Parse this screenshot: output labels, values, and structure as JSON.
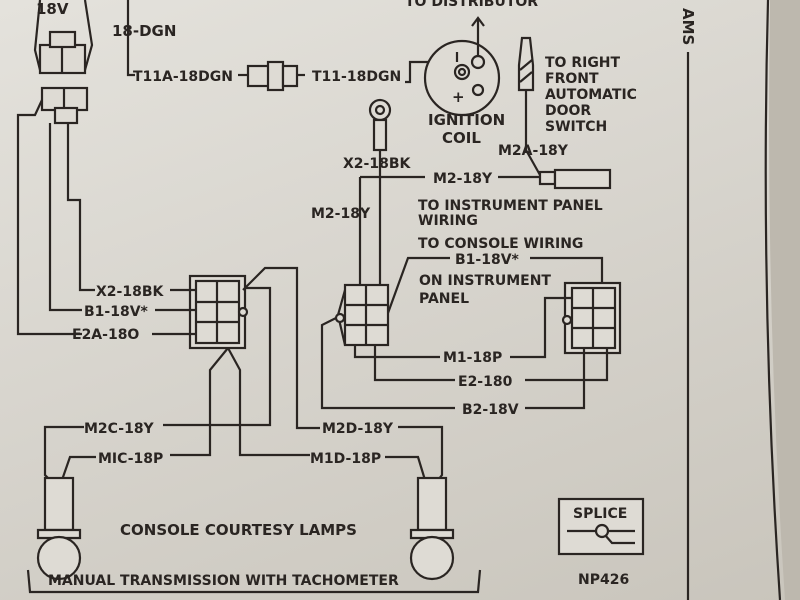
{
  "diagram": {
    "top_labels": {
      "to_distributor": "TO DISTRIBUTOR",
      "ground_18v": "18V",
      "dgn": "18-DGN",
      "t11a": "T11A-18DGN",
      "t11": "T11-18DGN",
      "ignition_coil": [
        "IGNITION",
        "COIL"
      ],
      "door_switch": [
        "TO RIGHT",
        "FRONT",
        "AUTOMATIC",
        "DOOR",
        "SWITCH"
      ],
      "section_tab": "AMS"
    },
    "middle_labels": {
      "m2a": "M2A-18Y",
      "x2_top": "X2-18BK",
      "m2_horizontal": "M2-18Y",
      "m2_vertical": "M2-18Y",
      "instrument_panel_wiring": [
        "TO INSTRUMENT PANEL",
        "WIRING"
      ],
      "console_wiring": "TO CONSOLE WIRING",
      "b1_right": "B1-18V*",
      "on_instrument_panel": [
        "ON INSTRUMENT",
        "PANEL"
      ],
      "m1": "M1-18P",
      "e2": "E2-180",
      "b2": "B2-18V"
    },
    "left_labels": {
      "x2": "X2-18BK",
      "b1": "B1-18V*",
      "e2a": "E2A-18O"
    },
    "lamp_labels": {
      "m2c": "M2C-18Y",
      "m1c": "MIC-18P",
      "m2d": "M2D-18Y",
      "m1d": "M1D-18P",
      "caption": "CONSOLE COURTESY LAMPS"
    },
    "legend": {
      "splice": "SPLICE"
    },
    "footer": {
      "title": "MANUAL TRANSMISSION  WITH TACHOMETER",
      "code": "NP426"
    }
  }
}
